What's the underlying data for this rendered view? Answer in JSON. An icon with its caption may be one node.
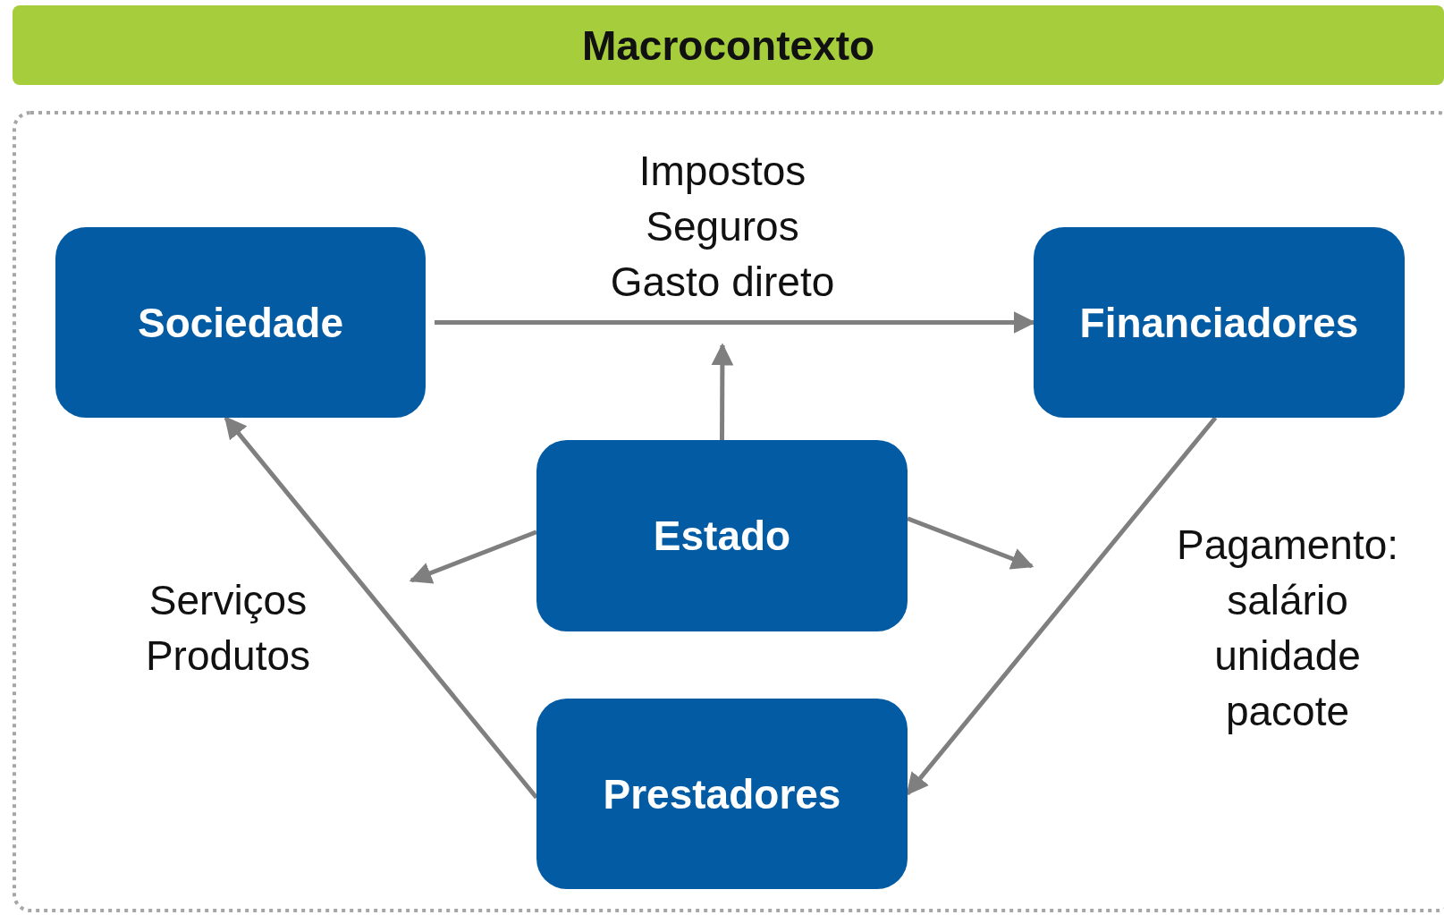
{
  "diagram": {
    "nodes": [
      {
        "text": [
          "Macrocontexto"
        ]
      },
      {
        "text": [
          "Sociedade"
        ]
      },
      {
        "text": [
          "Financiadores"
        ]
      },
      {
        "text": [
          "Estado"
        ]
      },
      {
        "text": [
          "Prestadores"
        ]
      }
    ],
    "edges": [
      {
        "from": 1,
        "to": 2,
        "arrow": "to",
        "label": "Impostos Seguros Gasto direto"
      },
      {
        "from": 3,
        "to": null,
        "arrow": "to"
      },
      {
        "from": 3,
        "to": null,
        "arrow": "to"
      },
      {
        "from": 3,
        "to": null,
        "arrow": "to"
      },
      {
        "from": 4,
        "to": 1,
        "arrow": "to",
        "label": "Serviços Produtos"
      },
      {
        "from": 2,
        "to": 4,
        "arrow": "to",
        "label": "Pagamento: salário unidade pacote"
      }
    ]
  }
}
